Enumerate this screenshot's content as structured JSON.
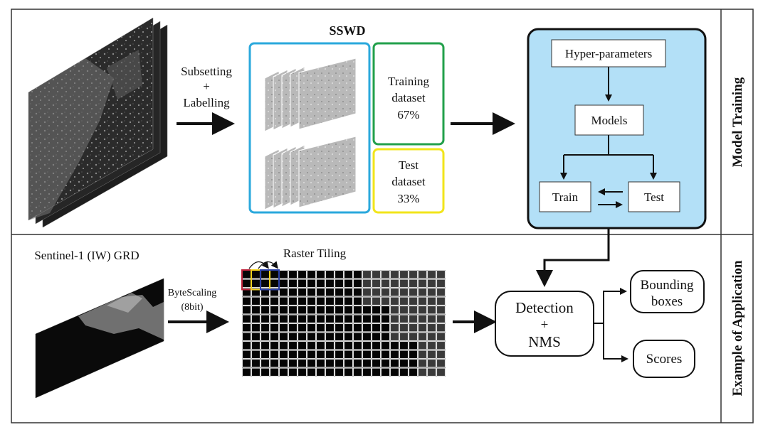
{
  "sections": {
    "top_label": "Model Training",
    "bottom_label": "Example of Application"
  },
  "training": {
    "subsetting": "Subsetting",
    "plus": "+",
    "labelling": "Labelling",
    "sswd_title": "SSWD",
    "training_line1": "Training",
    "training_line2": "dataset",
    "training_pct": "67%",
    "test_line1": "Test",
    "test_line2": "dataset",
    "test_pct": "33%",
    "hyper": "Hyper-parameters",
    "models": "Models",
    "train": "Train",
    "test": "Test",
    "panel_color": "#b3e0f7",
    "training_border": "#22a04b",
    "test_border": "#f2e51b",
    "sswd_border": "#2aa8dc"
  },
  "application": {
    "sentinel": "Sentinel-1 (IW) GRD",
    "bytescaling": "ByteScaling",
    "eightbit": "(8bit)",
    "raster_tiling": "Raster Tiling",
    "detection": "Detection",
    "plus": "+",
    "nms": "NMS",
    "bounding1": "Bounding",
    "bounding2": "boxes",
    "scores": "Scores",
    "tile_colors": [
      "#c0213a",
      "#f2d21b",
      "#2a3fa8"
    ]
  }
}
